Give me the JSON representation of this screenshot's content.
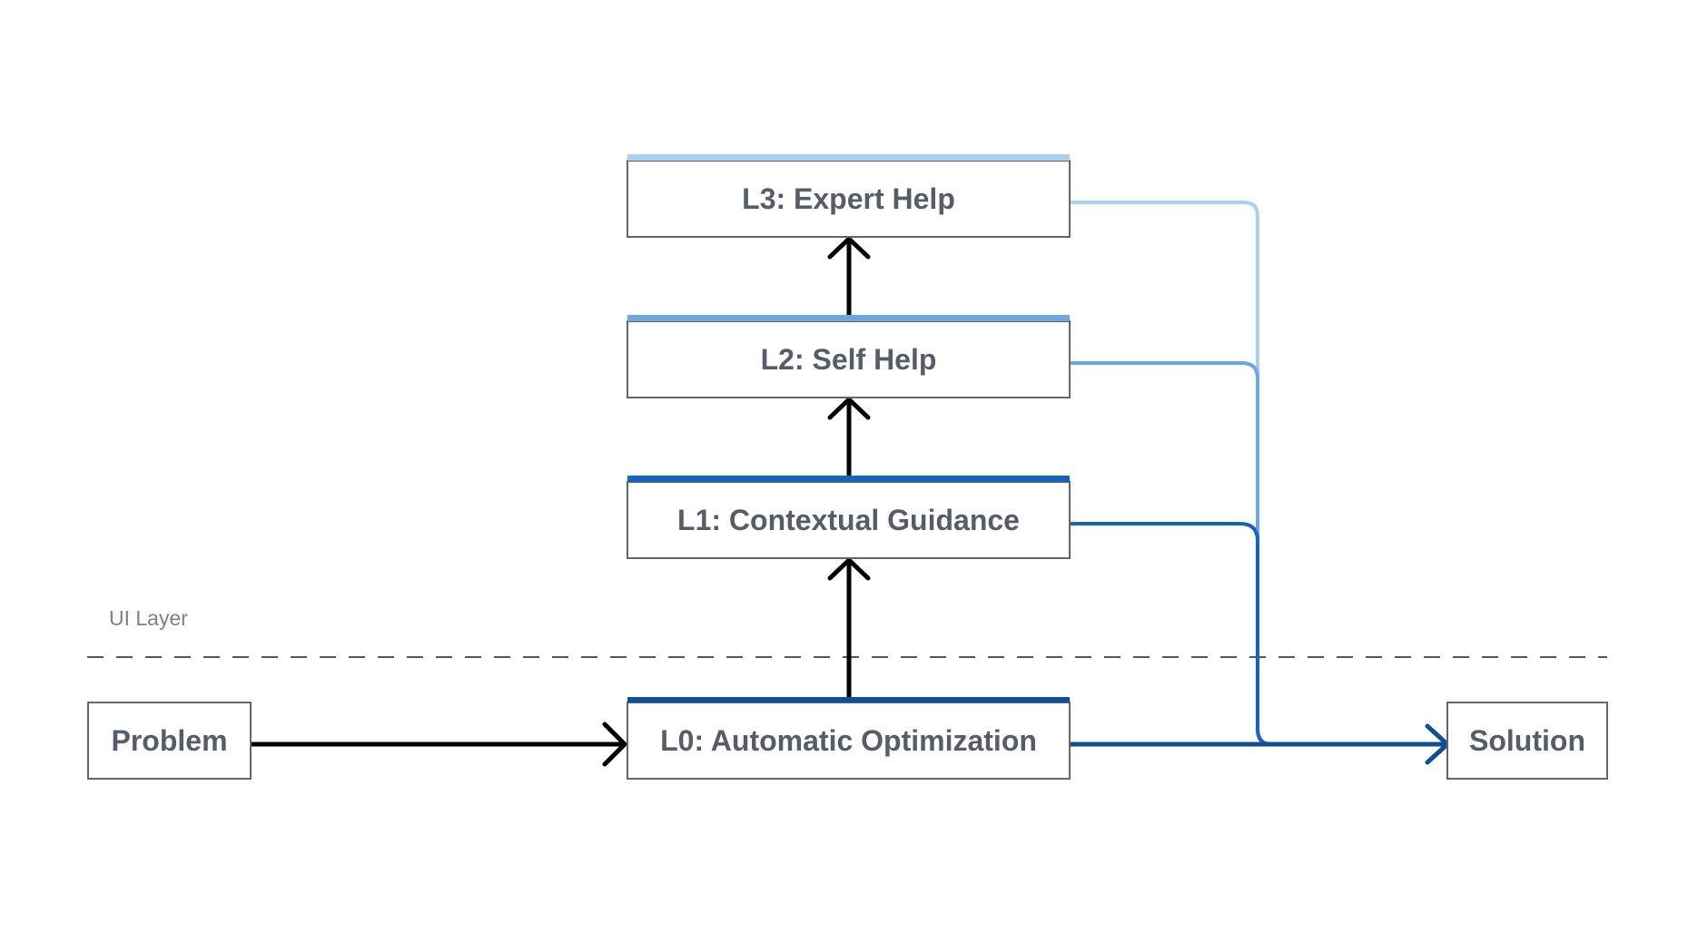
{
  "layer_label": "UI Layer",
  "nodes": {
    "problem": "Problem",
    "l0": "L0: Automatic Optimization",
    "l1": "L1: Contextual Guidance",
    "l2": "L2: Self Help",
    "l3": "L3: Expert Help",
    "solution": "Solution"
  },
  "colors": {
    "l0": "#0d4f95",
    "l1": "#1565c0",
    "l2": "#6ea6e2",
    "l3": "#abd0f3",
    "arrow": "#000000",
    "box_border": "#666666",
    "divider": "#555555"
  }
}
